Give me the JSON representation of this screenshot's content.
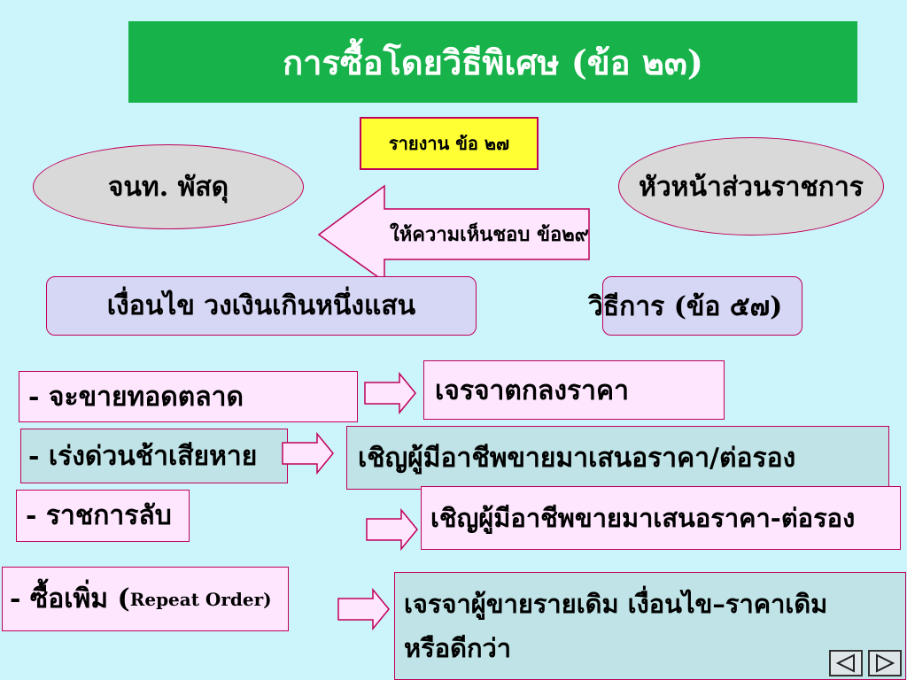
{
  "title": "การซื้อโดยวิธีพิเศษ (ข้อ ๒๓)",
  "report_box": "รายงาน ข้อ ๒๗",
  "officer": "จนท. พัสดุ",
  "head": "หัวหน้าส่วนราชการ",
  "approve_arrow": "ให้ความเห็นชอบ ข้อ๒๙",
  "condition": "เงื่อนไข วงเงินเกินหนึ่งแสน",
  "method": "วิธีการ (ข้อ ๕๗)",
  "rows": [
    {
      "left": "- จะขายทอดตลาด",
      "right": "เจรจาตกลงราคา"
    },
    {
      "left": "- เร่งด่วนช้าเสียหาย",
      "right": "เชิญผู้มีอาชีพขายมาเสนอราคา/ต่อรอง"
    },
    {
      "left": "- ราชการลับ",
      "right": "เชิญผู้มีอาชีพขายมาเสนอราคา-ต่อรอง"
    },
    {
      "left_prefix": "- ซื้อเพิ่ม (",
      "left_suffix": "Repeat Order)",
      "right_line1": "เจรจาผู้ขายรายเดิม เงื่อนไข–ราคาเดิม",
      "right_line2": "หรือดีกว่า"
    }
  ],
  "nav": {
    "prev_icon": "triangle-left-icon",
    "next_icon": "triangle-right-icon"
  },
  "colors": {
    "background": "#ccf5fb",
    "title_bg": "#17b24a",
    "accent_border": "#c0005a"
  }
}
